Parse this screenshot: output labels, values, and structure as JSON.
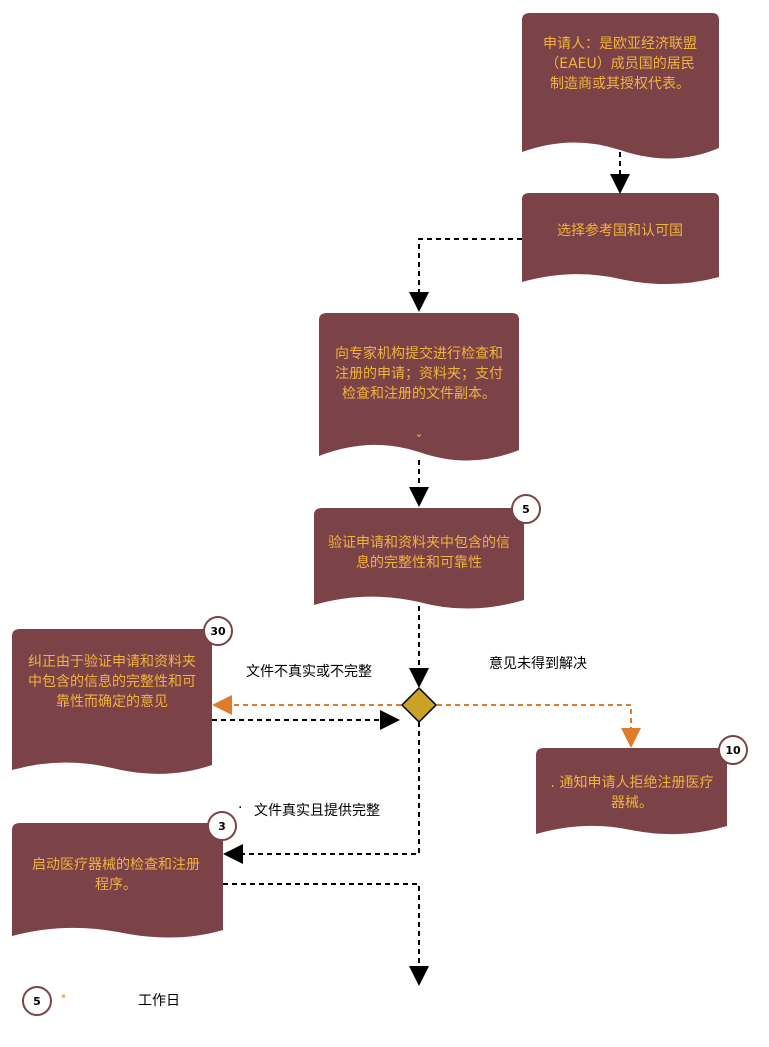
{
  "nodes": {
    "applicant": "申请人：是欧亚经济联盟（EAEU）成员国的居民制造商或其授权代表。",
    "select_country": "选择参考国和认可国",
    "submit": "向专家机构提交进行检查和注册的申请；资料夹；支付检查和注册的文件副本。",
    "submit_mark": "ˇ",
    "verify": "验证申请和资料夹中包含的信息的完整性和可靠性",
    "correct": "纠正由于验证申请和资料夹中包含的信息的完整性和可靠性而确定的意见",
    "notify": ". 通知申请人拒绝注册医疗器械。",
    "start": "启动医疗器械的检查和注册程序。"
  },
  "badges": {
    "verify": "5",
    "correct": "30",
    "notify": "10",
    "start": "3",
    "legend": "5"
  },
  "edge_labels": {
    "not_true": "文件不真实或不完整",
    "unresolved": "意见未得到解决",
    "true_complete": "文件真实且提供完整",
    "true_mark": "·"
  },
  "legend": {
    "dot": "•",
    "text": "工作日"
  },
  "colors": {
    "box": "#7b4247",
    "box_text": "#f0b43c",
    "decision": "#c9a227",
    "orange_arrow": "#e07b2a",
    "black_arrow": "#000000"
  }
}
